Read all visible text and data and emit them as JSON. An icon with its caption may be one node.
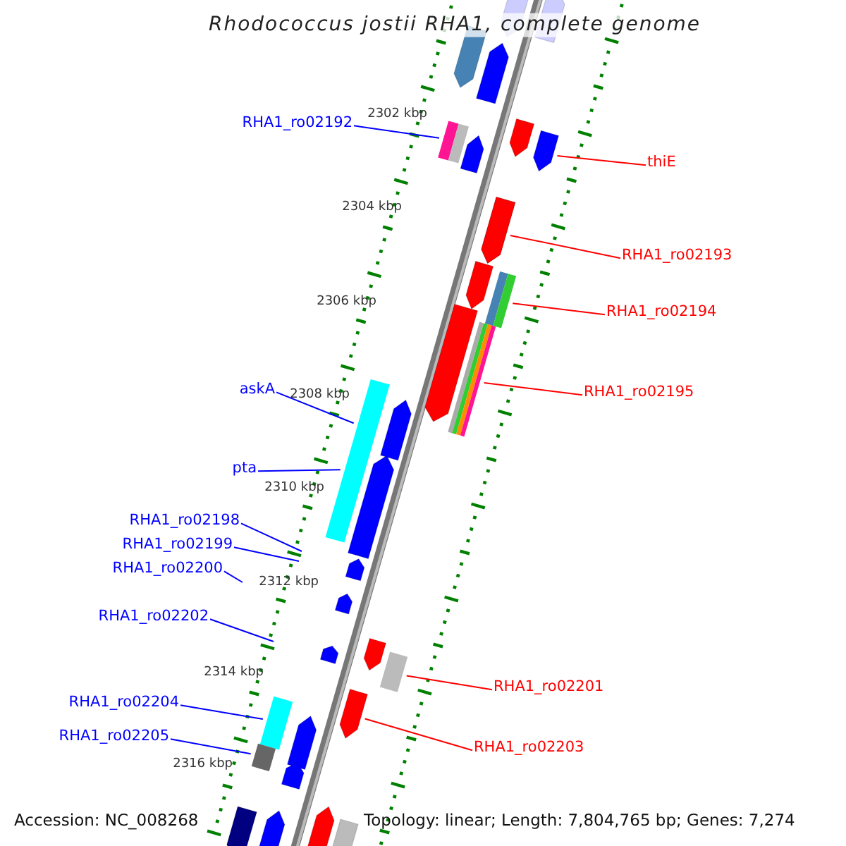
{
  "diagram": {
    "title": "Rhodococcus jostii RHA1, complete genome",
    "nodes": [
      {
        "text": [
          "RHA1_ro02192"
        ]
      },
      {
        "text": [],
        "shape": "bar"
      },
      {
        "text": [
          "thiE"
        ]
      },
      {
        "text": [],
        "shape": "arrow"
      },
      {
        "text": [
          "RHA1_ro02193"
        ]
      },
      {
        "text": [],
        "shape": "arrow"
      },
      {
        "text": [
          "RHA1_ro02194"
        ]
      },
      {
        "text": [],
        "shape": "bar"
      },
      {
        "text": [
          "RHA1_ro02195"
        ]
      },
      {
        "text": [],
        "shape": "bar"
      },
      {
        "text": [
          "askA"
        ]
      },
      {
        "text": [],
        "shape": "bar"
      },
      {
        "text": [
          "pta"
        ]
      },
      {
        "text": [
          "RHA1_ro02198"
        ]
      },
      {
        "text": [
          "RHA1_ro02199"
        ]
      },
      {
        "text": [
          "RHA1_ro02200"
        ]
      },
      {
        "text": [
          "RHA1_ro02202"
        ]
      },
      {
        "text": [
          "RHA1_ro02201"
        ]
      },
      {
        "text": [],
        "shape": "bar"
      },
      {
        "text": [
          "RHA1_ro02203"
        ]
      },
      {
        "text": [],
        "shape": "arrow"
      },
      {
        "text": [
          "RHA1_ro02204"
        ]
      },
      {
        "text": [],
        "shape": "bar"
      },
      {
        "text": [
          "RHA1_ro02205"
        ]
      },
      {
        "text": [],
        "shape": "bar"
      },
      {
        "text": [],
        "shape": "arrow"
      },
      {
        "text": [],
        "shape": "arrow"
      },
      {
        "text": [],
        "shape": "arrow"
      },
      {
        "text": [],
        "shape": "arrow"
      },
      {
        "text": [],
        "shape": "arrow"
      },
      {
        "text": [],
        "shape": "arrow"
      },
      {
        "text": [],
        "shape": "arrow"
      },
      {
        "text": [],
        "shape": "arrow"
      },
      {
        "text": [],
        "shape": "arrow"
      },
      {
        "text": [],
        "shape": "arrow"
      },
      {
        "text": [],
        "shape": "arrow"
      },
      {
        "text": [],
        "shape": "arrow"
      },
      {
        "text": [],
        "shape": "arrow"
      },
      {
        "text": [],
        "shape": "arrow"
      },
      {
        "text": [],
        "shape": "arrow"
      },
      {
        "text": [],
        "shape": "arrow"
      },
      {
        "text": [],
        "shape": "arrow"
      },
      {
        "text": [],
        "shape": "arrow"
      },
      {
        "text": [],
        "shape": "arrow"
      },
      {
        "text": [],
        "shape": "arrow"
      },
      {
        "text": [],
        "shape": "arrow"
      }
    ],
    "edges": [
      {
        "from": 0,
        "to": 1,
        "arrow": "none"
      },
      {
        "from": 2,
        "to": 3,
        "arrow": "none",
        "color": "#ff0000"
      },
      {
        "from": 4,
        "to": 5,
        "arrow": "none",
        "color": "#ff0000"
      },
      {
        "from": 6,
        "to": 7,
        "arrow": "none",
        "color": "#ff0000"
      },
      {
        "from": 8,
        "to": 9,
        "arrow": "none",
        "color": "#ff0000"
      },
      {
        "from": 10,
        "to": 11,
        "arrow": "none"
      },
      {
        "from": 12,
        "to": 11,
        "arrow": "none"
      },
      {
        "from": 13,
        "to": null,
        "arrow": "none"
      },
      {
        "from": 14,
        "to": null,
        "arrow": "none"
      },
      {
        "from": 15,
        "to": null,
        "arrow": "none"
      },
      {
        "from": 16,
        "to": null,
        "arrow": "none"
      },
      {
        "from": 17,
        "to": 18,
        "arrow": "none",
        "color": "#ff0000"
      },
      {
        "from": 19,
        "to": 20,
        "arrow": "none",
        "color": "#ff0000"
      },
      {
        "from": 21,
        "to": 22,
        "arrow": "none"
      },
      {
        "from": 23,
        "to": 24,
        "arrow": "none"
      }
    ],
    "labels": [
      "2302 kbp",
      "2304 kbp",
      "2306 kbp",
      "2308 kbp",
      "2310 kbp",
      "2312 kbp",
      "2314 kbp",
      "2316 kbp",
      "Accession: NC_008268",
      "Topology: linear; Length: 7,804,765 bp; Genes: 7,274"
    ]
  }
}
